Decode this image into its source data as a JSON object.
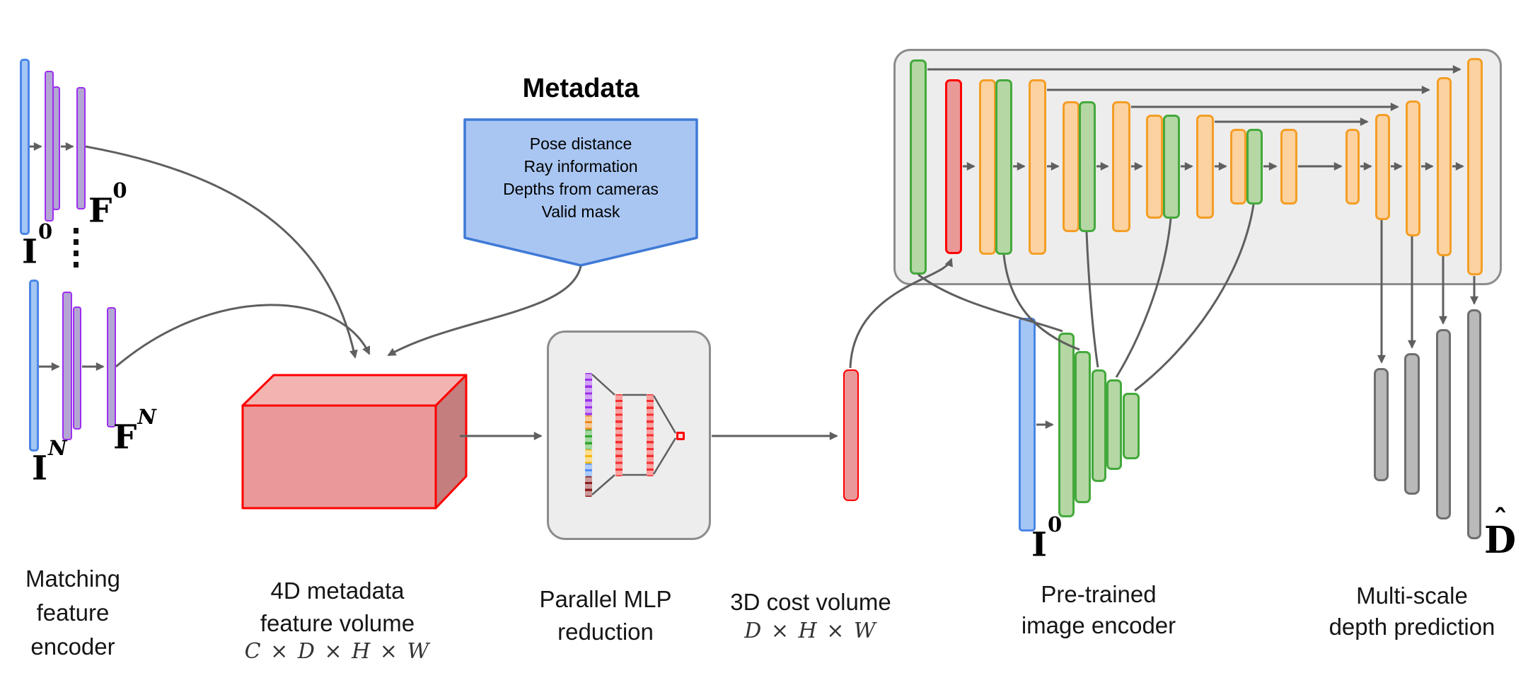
{
  "figure": {
    "matching_encoder": {
      "caption": "Matching\nfeature\nencoder",
      "image_top": {
        "base": "I",
        "sup": "0"
      },
      "feature_top": {
        "base": "F",
        "sup": "0"
      },
      "image_bottom": {
        "base": "I",
        "sup": "N"
      },
      "feature_bottom": {
        "base": "F",
        "sup": "N"
      }
    },
    "metadata_banner": {
      "title": "Metadata",
      "items": [
        "Pose distance",
        "Ray information",
        "Depths from cameras",
        "Valid mask"
      ]
    },
    "volume_4d": {
      "caption": "4D metadata\nfeature volume",
      "dims": "C × D × H × W"
    },
    "mlp": {
      "caption": "Parallel MLP\nreduction"
    },
    "cost_volume": {
      "caption": "3D cost volume",
      "dims": "D × H × W"
    },
    "image_encoder": {
      "caption": "Pre-trained\nimage encoder",
      "image": {
        "base": "I",
        "sup": "0"
      }
    },
    "depth_prediction": {
      "caption": "Multi-scale\ndepth prediction",
      "output": {
        "base": "D",
        "hat": "ˆ"
      }
    },
    "colors": {
      "connector": "#5f5f5f",
      "blue_fill": "#a4c6f4",
      "blue_stroke": "#4a86e8",
      "purple_fill": "#b3a6d3",
      "purple_stroke": "#9d2ff0",
      "red_fill": "#ea9999",
      "red_stroke": "#ff0000",
      "green_fill": "#b4d7a4",
      "green_stroke": "#44a93c",
      "orange_fill": "#fbd2a0",
      "orange_stroke": "#f49e25",
      "gray_fill": "#b9b9b9",
      "gray_stroke": "#6e6e6e",
      "panel_fill": "#ededed",
      "panel_stroke": "#8c8c8c",
      "banner_fill": "#a9c6f2",
      "banner_stroke": "#3f7ad6",
      "volume_front": "#ea9999",
      "volume_top": "#f2b4b1",
      "volume_side": "#c47e7e",
      "mlp_purple": "#9b30e8",
      "mlp_orange": "#ec8a1c",
      "mlp_green": "#33a62e",
      "mlp_yellow": "#f6b711",
      "mlp_blue": "#4d8ef5",
      "mlp_maroon": "#8b1f1f",
      "mlp_red": "#f42f2f"
    }
  }
}
